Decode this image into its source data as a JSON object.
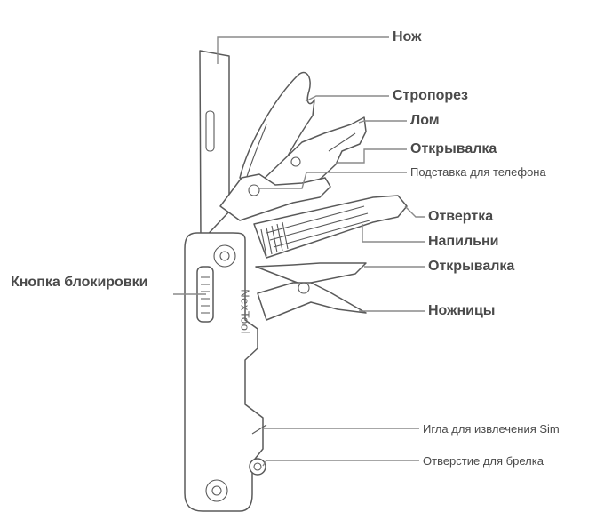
{
  "labels": {
    "knife": "Нож",
    "strap_cutter": "Стропорез",
    "pry_bar": "Лом",
    "bottle_opener_top": "Открывалка",
    "phone_stand": "Подставка для телефона",
    "screwdriver": "Отвертка",
    "file": "Напильни",
    "bottle_opener_bottom": "Открывалка",
    "scissors": "Ножницы",
    "lock_button": "Кнопка блокировки",
    "sim_pin": "Игла для извлечения Sim",
    "keyring_hole": "Отверстие для брелка"
  },
  "brand": "NexTool",
  "colors": {
    "line": "#5a5a5a",
    "leader": "#8a8a8a",
    "text": "#4a4a4a"
  }
}
